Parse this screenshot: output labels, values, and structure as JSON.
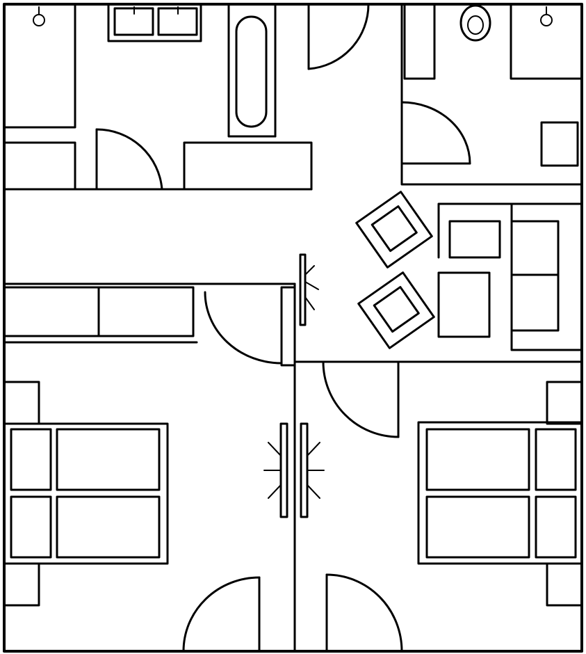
{
  "diagram": {
    "kind": "floor plan",
    "style": "black outline on white",
    "colors": {
      "line": "#000000",
      "background": "#ffffff"
    },
    "rooms": [
      "bedroom-top-left",
      "bathroom",
      "wc",
      "hallway",
      "living-area",
      "bedroom-bottom-left",
      "bedroom-bottom-right"
    ],
    "furniture": [
      "single-bed",
      "double-sink",
      "bathtub",
      "toilet",
      "sofa",
      "armchair",
      "coffee-table",
      "double-bed",
      "wardrobe",
      "nightstand",
      "radiator",
      "wall-lamp"
    ]
  }
}
